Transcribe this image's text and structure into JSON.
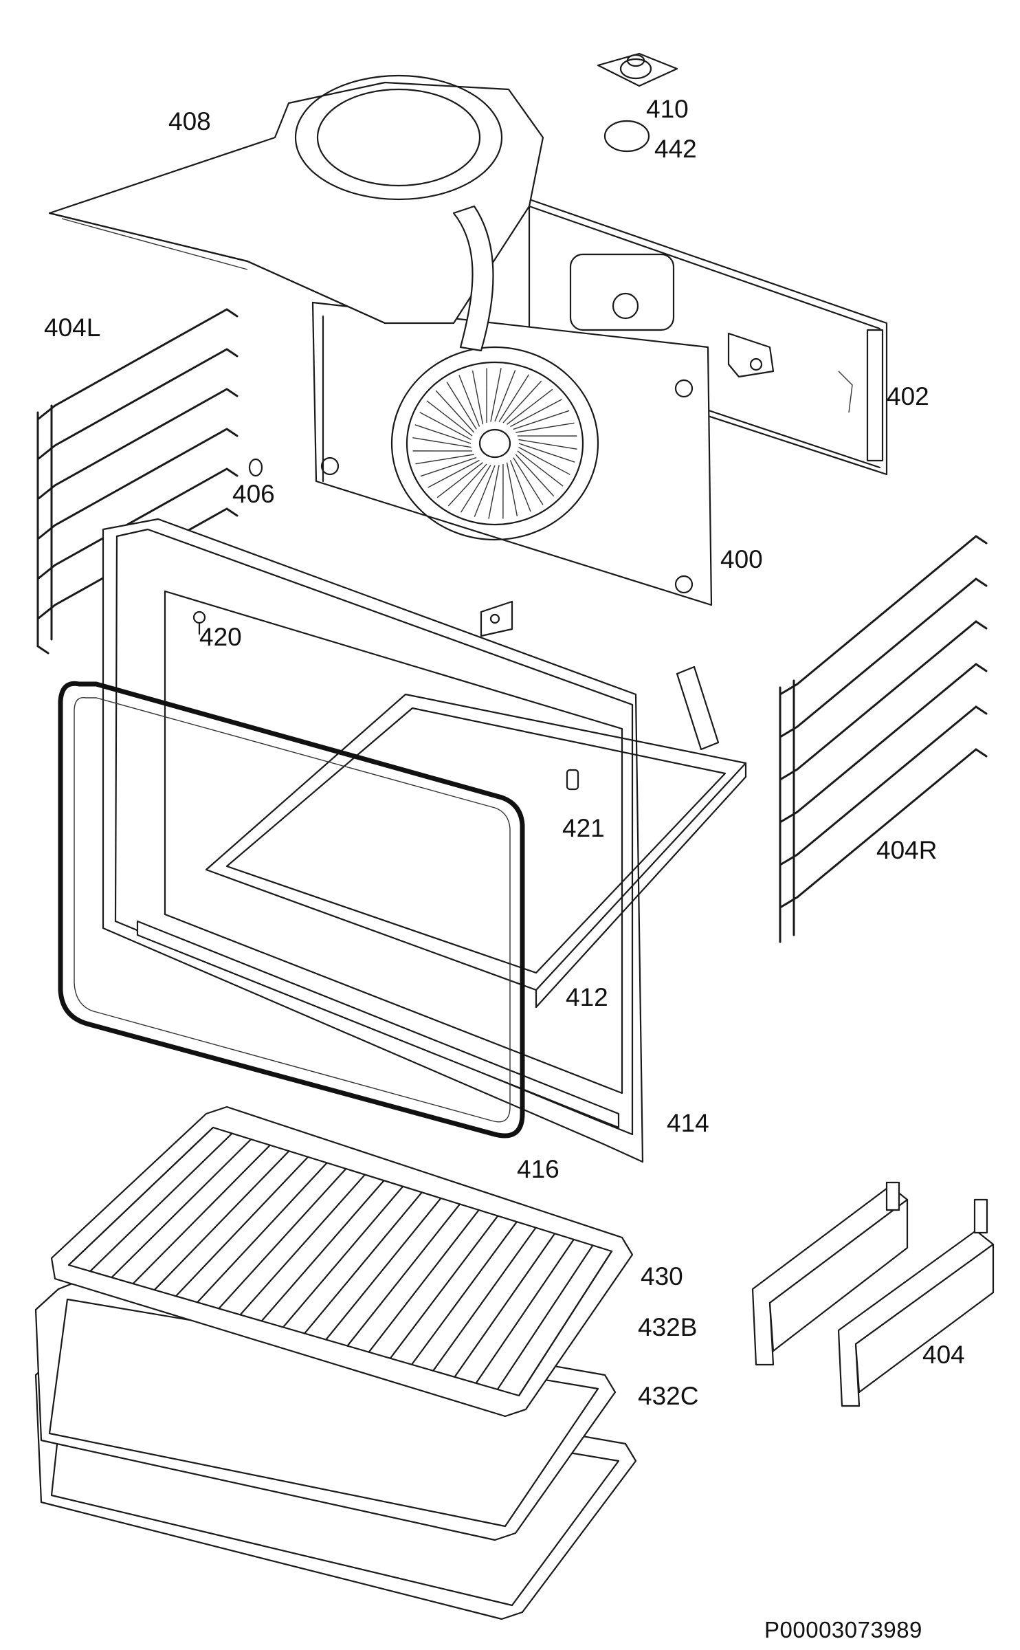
{
  "labels": {
    "p408": "408",
    "p410": "410",
    "p442": "442",
    "p404l": "404L",
    "p402": "402",
    "p406": "406",
    "p400": "400",
    "p420": "420",
    "p421": "421",
    "p404r": "404R",
    "p412": "412",
    "p414": "414",
    "p416": "416",
    "p430": "430",
    "p432b": "432B",
    "p432c": "432C",
    "p404": "404"
  },
  "reference": "P00003073989"
}
